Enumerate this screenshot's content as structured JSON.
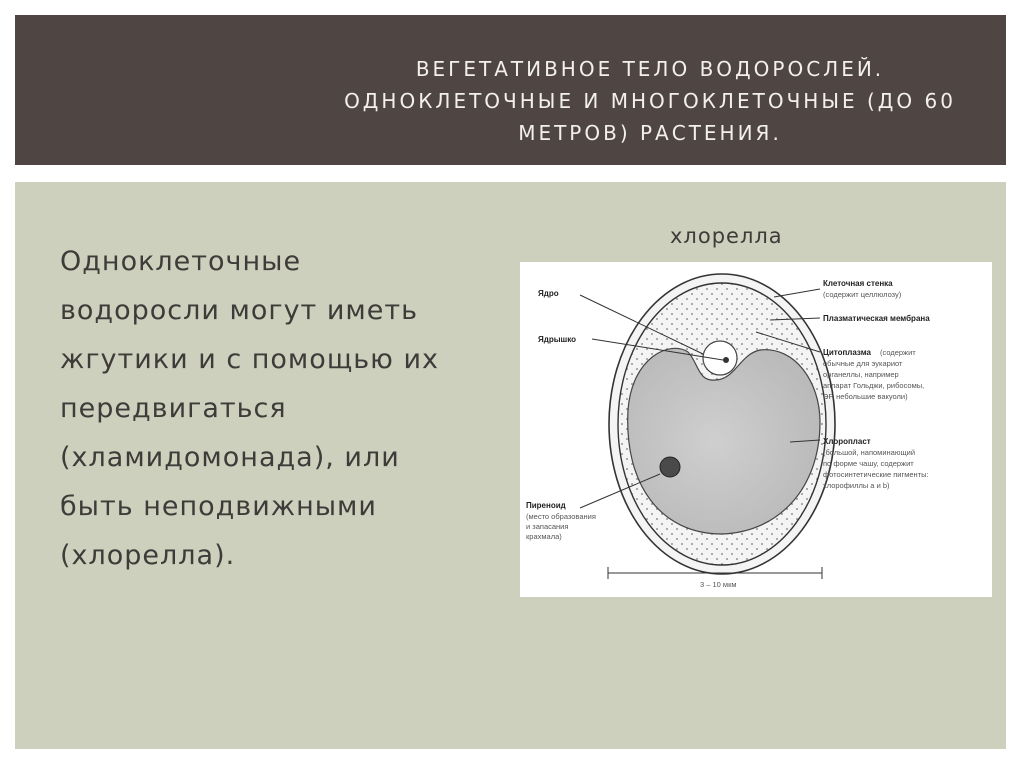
{
  "header": {
    "title": "ВЕГЕТАТИВНОЕ ТЕЛО ВОДОРОСЛЕЙ. ОДНОКЛЕТОЧНЫЕ И МНОГОКЛЕТОЧНЫЕ (ДО 60 МЕТРОВ) РАСТЕНИЯ."
  },
  "body": {
    "text": "Одноклеточные водоросли могут иметь жгутики и с помощью их передвигаться (хламидомонада), или быть неподвижными (хлорелла)."
  },
  "figure": {
    "caption": "хлорелла",
    "labels": {
      "nucleus": "Ядро",
      "nucleolus": "Ядрышко",
      "cell_wall": "Клеточная стенка",
      "cell_wall_note": "(содержит целлюлозу)",
      "membrane": "Плазматическая мембрана",
      "cytoplasm": "Цитоплазма",
      "cytoplasm_note_1": "(содержит",
      "cytoplasm_note_2": "обычные для эукариот",
      "cytoplasm_note_3": "органеллы, например",
      "cytoplasm_note_4": "аппарат Гольджи, рибосомы,",
      "cytoplasm_note_5": "ЭР, небольшие вакуоли)",
      "chloroplast": "Хлоропласт",
      "chloroplast_note_1": "(большой, напоминающий",
      "chloroplast_note_2": "по форме чашу, содержит",
      "chloroplast_note_3": "фотосинтетические пигменты:",
      "chloroplast_note_4": "хлорофиллы a и b)",
      "pyrenoid": "Пиреноид",
      "pyrenoid_note_1": "(место образования",
      "pyrenoid_note_2": "и запасания",
      "pyrenoid_note_3": "крахмала)",
      "scale": "3 – 10 мкм"
    }
  },
  "colors": {
    "header_bg": "#4f4644",
    "panel_bg": "#ccd0bd",
    "header_text": "#f3efe9",
    "body_text": "#3e3b39"
  }
}
